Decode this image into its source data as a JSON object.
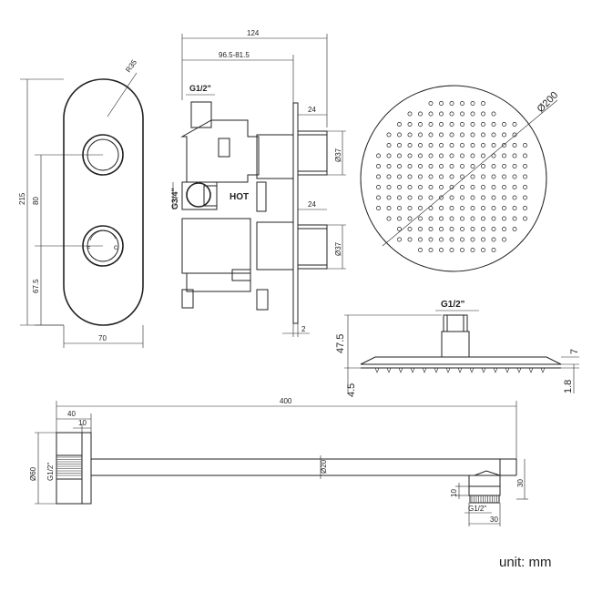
{
  "unit_label": "unit: mm",
  "valve_front": {
    "radius": "R35",
    "height": "215",
    "spacing": "80",
    "lower": "67.5",
    "width": "70"
  },
  "valve_side": {
    "overall_depth": "124",
    "adjust_range": "96.5-81.5",
    "outlet_thread": "G1/2\"",
    "inlet_thread": "G3/4\"",
    "hot_label": "HOT",
    "handle_len_top": "24",
    "handle_dia_top": "Ø37",
    "handle_len_bottom": "24",
    "handle_dia_bottom": "Ø37",
    "plate": "2"
  },
  "shower_head": {
    "diameter": "Ø200",
    "thread": "G1/2\"",
    "height": "47.5",
    "thickness": "7",
    "edge": "4.5",
    "rim": "1.8"
  },
  "shower_arm": {
    "length": "400",
    "flange_depth": "40",
    "flange_lip": "10",
    "flange_dia": "Ø60",
    "wall_thread": "G1/2\"",
    "tube_dia": "Ø20",
    "drop": "30",
    "nut_height": "10",
    "outlet_thread": "G1/2\"",
    "outlet_width": "30"
  }
}
